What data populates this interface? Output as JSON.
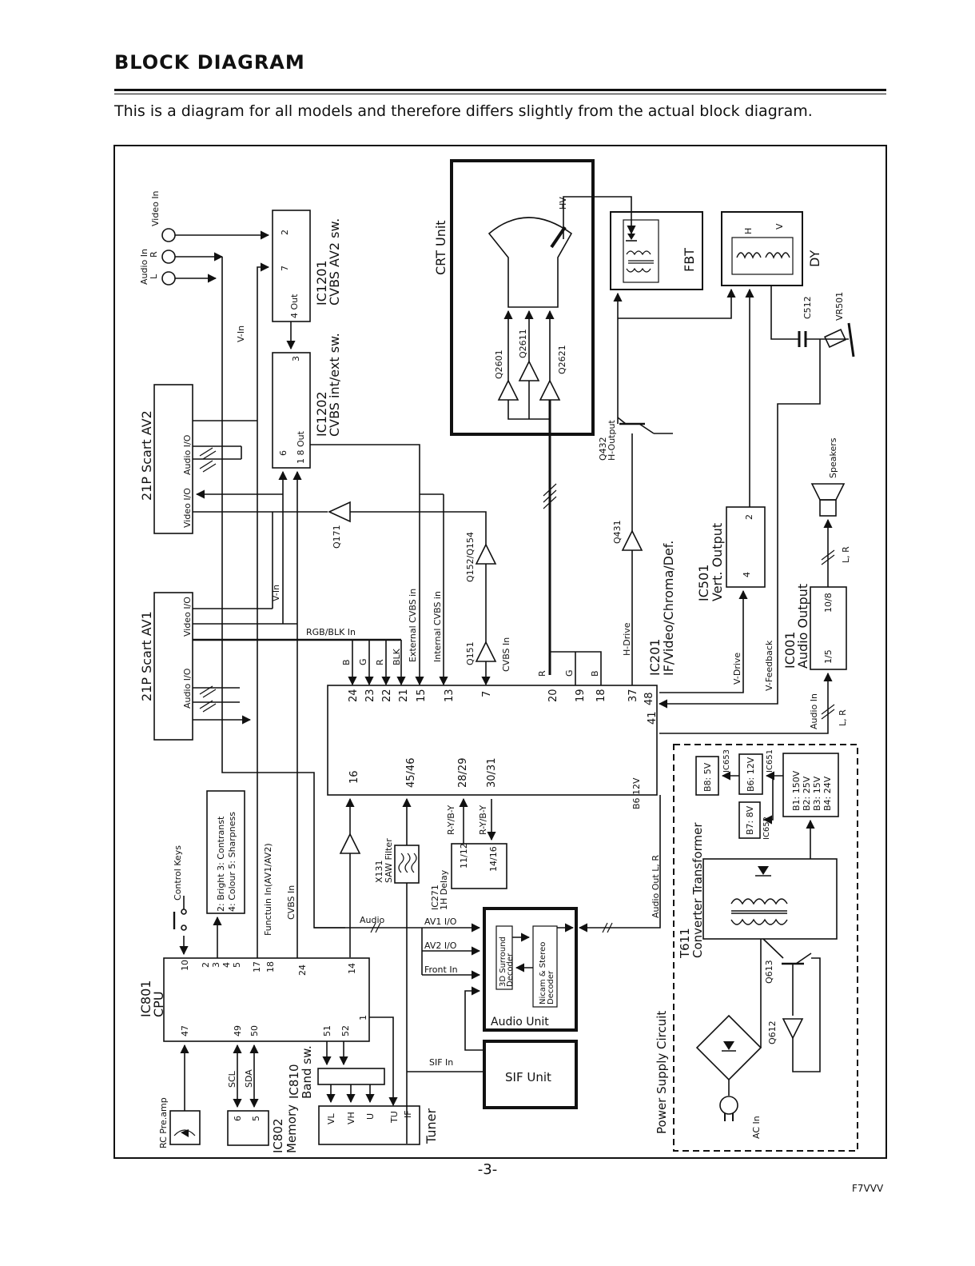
{
  "header": {
    "title": "BLOCK DIAGRAM",
    "subtitle": "This is a diagram for all models and therefore differs slightly from the actual block diagram."
  },
  "footer": {
    "page_number": "-3-",
    "code": "F7VVV"
  },
  "blocks": {
    "crt_unit": "CRT Unit",
    "hv": "HV",
    "q2601": "Q2601",
    "q2611": "Q2611",
    "q2621": "Q2621",
    "fbt": "FBT",
    "dy": "DY",
    "dy_h": "H",
    "dy_v": "V",
    "c512": "C512",
    "vr501": "VR501",
    "ic1201_name": "IC1201",
    "ic1201_desc": "CVBS AV2 sw.",
    "ic1201_pin2": "2",
    "ic1201_pin7": "7",
    "ic1201_pin4": "4 Out",
    "ic1202_name": "IC1202",
    "ic1202_desc": "CVBS int/ext sw.",
    "ic1202_pin3": "3",
    "ic1202_pin6": "6",
    "ic1202_pin18": "1  8 Out",
    "audio_in": "Audio In",
    "audio_in_l": "L",
    "audio_in_r": "R",
    "video_in": "Video In",
    "v_in_top": "V-In",
    "v_in_mid": "V-In",
    "scart_av2": "21P Scart AV2",
    "scart_av1": "21P Scart AV1",
    "audio_io": "Audio I/O",
    "video_io": "Video I/O",
    "q171": "Q171",
    "q152": "Q152/Q154",
    "q151": "Q151",
    "cvbs_in": "CVBS In",
    "external_cvbs": "External CVBS in",
    "internal_cvbs": "Internal CVBS in",
    "rgb_blk": "RGB/BLK In",
    "sig_b": "B",
    "sig_g": "G",
    "sig_r": "R",
    "sig_blk": "BLK",
    "q432": "Q432",
    "h_output": "H-Output",
    "q431": "Q431",
    "h_drive": "H-Drive",
    "ic201_name": "IC201",
    "ic201_desc": "IF/Video/Chroma/Def.",
    "ic501_name": "IC501",
    "ic501_desc": "Vert. Output",
    "ic501_pin2": "2",
    "ic501_pin4": "4",
    "v_drive": "V-Drive",
    "v_feedback": "V-Feedback",
    "ic001_name": "IC001",
    "ic001_desc": "Audio Output",
    "ic001_pin15": "1/5",
    "ic001_pin108": "10/8",
    "speakers": "Speakers",
    "lr_top": "L, R",
    "lr_bottom": "L, R",
    "audio_in_right": "Audio In",
    "audio_out_lr": "Audio Out L, R",
    "b6_12v": "B6 12V",
    "pins_top": [
      "24",
      "23",
      "22",
      "21",
      "15",
      "13",
      "7",
      "20",
      "19",
      "18",
      "37",
      "48",
      "41"
    ],
    "pins_bottom": [
      "16",
      "45/46",
      "28/29",
      "30/31"
    ],
    "x131": "X131",
    "saw_filter": "SAW Filter",
    "ic271_name": "IC271",
    "ic271_desc": "1H Delay",
    "ic271_pin1112": "11/12",
    "ic271_pin1416": "14/16",
    "ry_by_1": "R-Y/B-Y",
    "ry_by_2": "R-Y/B-Y",
    "control_keys": "Control Keys",
    "legend_line1": "2: Bright 3: Contranst",
    "legend_line2": "4: Colour  5: Sharpness",
    "functuin": "Functuin In(AV1/AV2)",
    "cvbs_in_left": "CVBS In",
    "audio_label": "Audio",
    "av1_io": "AV1 I/O",
    "av2_io": "AV2 I/O",
    "front_in": "Front In",
    "surround": "3D Surround",
    "decoder": "Decoder",
    "nicam": "Nicam & Stereo",
    "decoder2": "Decoder",
    "audio_unit": "Audio Unit",
    "sif_in": "SIF In",
    "sif_unit": "SIF Unit",
    "ic801_name": "IC801",
    "ic801_desc": "CPU",
    "cpu_pins": [
      "10",
      "2",
      "3",
      "4",
      "5",
      "17",
      "18",
      "24",
      "14",
      "47",
      "49",
      "50",
      "51",
      "52",
      "1"
    ],
    "rc_preamp": "RC Pre.amp",
    "scl": "SCL",
    "sda": "SDA",
    "ic802_name": "IC802",
    "ic802_desc": "Memory",
    "ic802_pin6": "6",
    "ic802_pin5": "5",
    "ic810_name": "IC810",
    "ic810_desc": "Band sw.",
    "tuner": "Tuner",
    "tuner_pins": [
      "VL",
      "VH",
      "U",
      "TU",
      "IF"
    ],
    "power_supply": "Power Supply Circuit",
    "t611_name": "T611",
    "t611_desc": "Converter Transformer",
    "q613": "Q613",
    "q612": "Q612",
    "ac_in": "AC In",
    "b8": "B8: 5V",
    "b6": "B6: 12V",
    "b7": "B7: 8V",
    "ic653": "IC653",
    "ic651": "IC651",
    "ic652": "IC652",
    "b1": "B1: 150V",
    "b2": "B2: 25V",
    "b3": "B3: 15V",
    "b4": "B4: 24V"
  }
}
